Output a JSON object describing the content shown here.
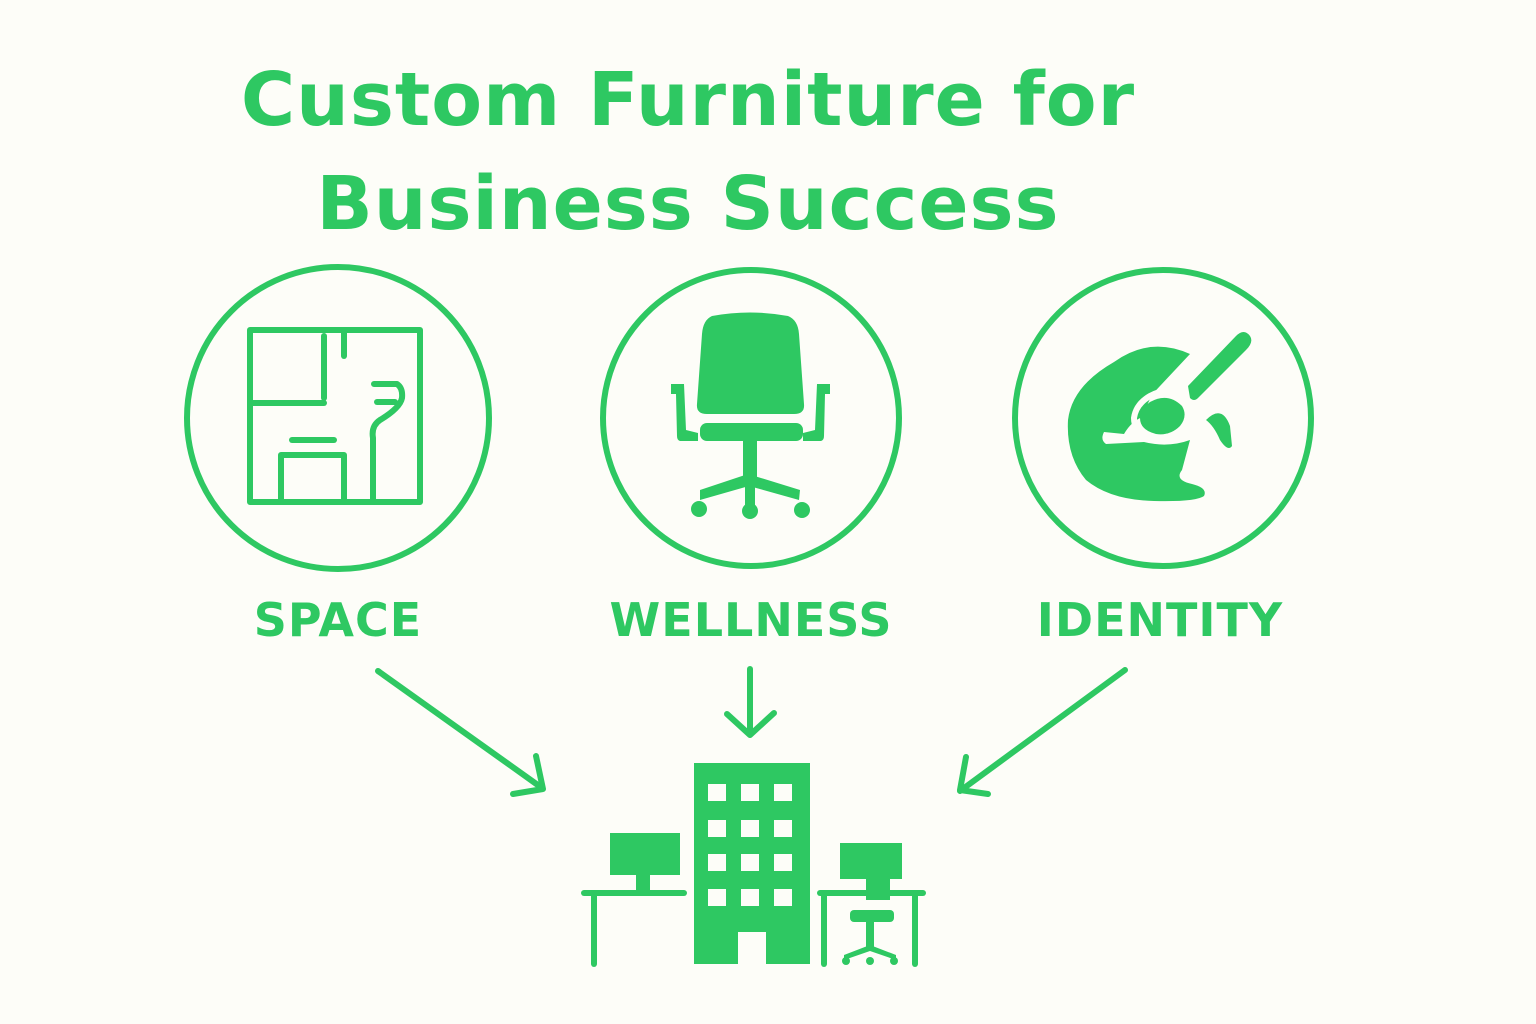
{
  "colors": {
    "accent": "#2ec862",
    "background": "#fdfdf8"
  },
  "title": {
    "line1": "Custom Furniture for",
    "line2": "Business Success"
  },
  "pillars": [
    {
      "label": "SPACE",
      "icon": "floor-plan-icon"
    },
    {
      "label": "WELLNESS",
      "icon": "office-chair-icon"
    },
    {
      "label": "IDENTITY",
      "icon": "paint-palette-icon"
    }
  ],
  "outcome": {
    "icon": "office-building-with-desks-icon"
  }
}
